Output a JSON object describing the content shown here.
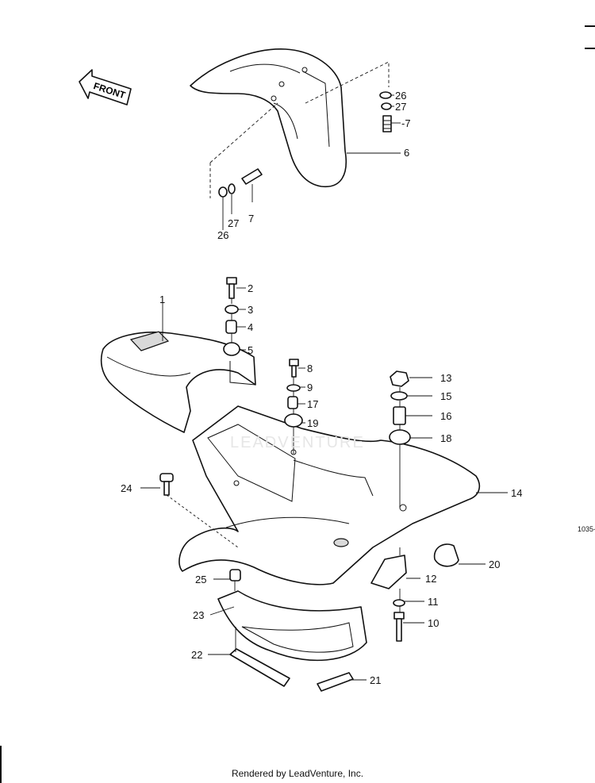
{
  "front_arrow_label": "FRONT",
  "callouts": [
    {
      "id": "c26a",
      "text": "26"
    },
    {
      "id": "c27a",
      "text": "27"
    },
    {
      "id": "c7a",
      "text": "-7"
    },
    {
      "id": "c6",
      "text": "6"
    },
    {
      "id": "c7b",
      "text": "7"
    },
    {
      "id": "c27b",
      "text": "27"
    },
    {
      "id": "c26b",
      "text": "26"
    },
    {
      "id": "c2",
      "text": "2"
    },
    {
      "id": "c1",
      "text": "1"
    },
    {
      "id": "c3",
      "text": "3"
    },
    {
      "id": "c4",
      "text": "4"
    },
    {
      "id": "c5",
      "text": "5"
    },
    {
      "id": "c8",
      "text": "8"
    },
    {
      "id": "c9",
      "text": "9"
    },
    {
      "id": "c17",
      "text": "17"
    },
    {
      "id": "c19",
      "text": "19"
    },
    {
      "id": "c13",
      "text": "13"
    },
    {
      "id": "c15",
      "text": "15"
    },
    {
      "id": "c16",
      "text": "16"
    },
    {
      "id": "c18",
      "text": "18"
    },
    {
      "id": "c14",
      "text": "14"
    },
    {
      "id": "c24",
      "text": "24"
    },
    {
      "id": "c20",
      "text": "20"
    },
    {
      "id": "c12",
      "text": "12"
    },
    {
      "id": "c25",
      "text": "25"
    },
    {
      "id": "c11",
      "text": "11"
    },
    {
      "id": "c23",
      "text": "23"
    },
    {
      "id": "c10",
      "text": "10"
    },
    {
      "id": "c22",
      "text": "22"
    },
    {
      "id": "c21",
      "text": "21"
    }
  ],
  "watermark_text": "LEADVENTURE",
  "side_code": "1035-",
  "footer": "Rendered by LeadVenture, Inc."
}
